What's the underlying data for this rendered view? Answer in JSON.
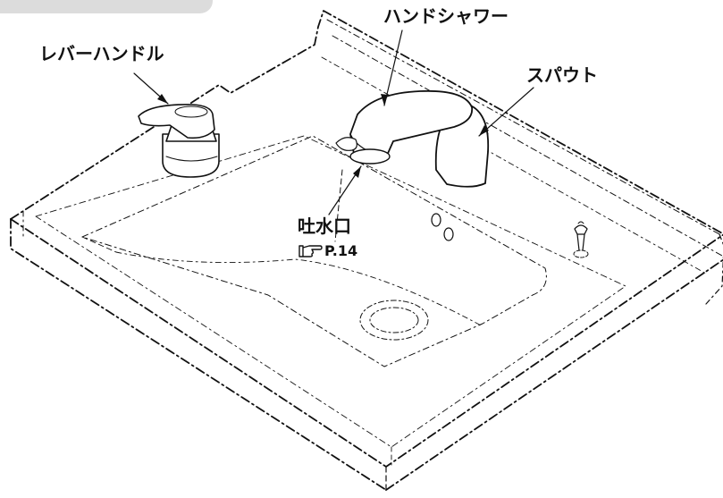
{
  "labels": {
    "lever_handle": "レバーハンドル",
    "hand_shower": "ハンドシャワー",
    "spout": "スパウト",
    "water_outlet": "吐水口"
  },
  "page_ref": {
    "icon": "pointing-hand-icon",
    "text": "P.14"
  }
}
